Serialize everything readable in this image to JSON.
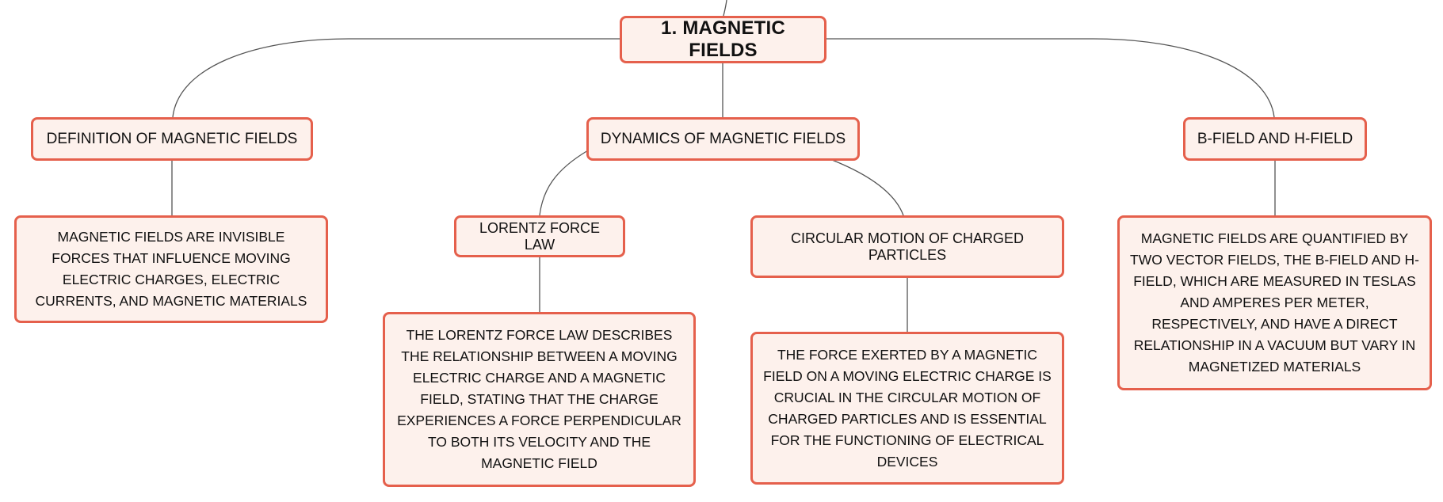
{
  "colors": {
    "node_border": "#e5604c",
    "node_fill": "#fdf1ec",
    "connector": "#555555",
    "text": "#111111"
  },
  "root": {
    "label": "1. MAGNETIC FIELDS"
  },
  "branches": [
    {
      "label": "DEFINITION OF MAGNETIC FIELDS",
      "detail": "MAGNETIC FIELDS ARE INVISIBLE FORCES THAT INFLUENCE MOVING ELECTRIC CHARGES, ELECTRIC CURRENTS, AND MAGNETIC MATERIALS"
    },
    {
      "label": "DYNAMICS OF MAGNETIC FIELDS",
      "children": [
        {
          "label": "LORENTZ FORCE LAW",
          "detail": "THE LORENTZ FORCE LAW DESCRIBES THE RELATIONSHIP BETWEEN A MOVING ELECTRIC CHARGE AND A MAGNETIC FIELD, STATING THAT THE CHARGE EXPERIENCES A FORCE PERPENDICULAR TO BOTH ITS VELOCITY AND THE MAGNETIC FIELD"
        },
        {
          "label": "CIRCULAR MOTION OF CHARGED PARTICLES",
          "detail": "THE FORCE EXERTED BY A MAGNETIC FIELD ON A MOVING ELECTRIC CHARGE IS CRUCIAL IN THE CIRCULAR MOTION OF CHARGED PARTICLES AND IS ESSENTIAL FOR THE FUNCTIONING OF ELECTRICAL DEVICES"
        }
      ]
    },
    {
      "label": "B-FIELD AND H-FIELD",
      "detail": "MAGNETIC FIELDS ARE QUANTIFIED BY TWO VECTOR FIELDS, THE B-FIELD AND H-FIELD, WHICH ARE MEASURED IN TESLAS AND AMPERES PER METER, RESPECTIVELY, AND HAVE A DIRECT RELATIONSHIP IN A VACUUM BUT VARY IN MAGNETIZED MATERIALS"
    }
  ]
}
